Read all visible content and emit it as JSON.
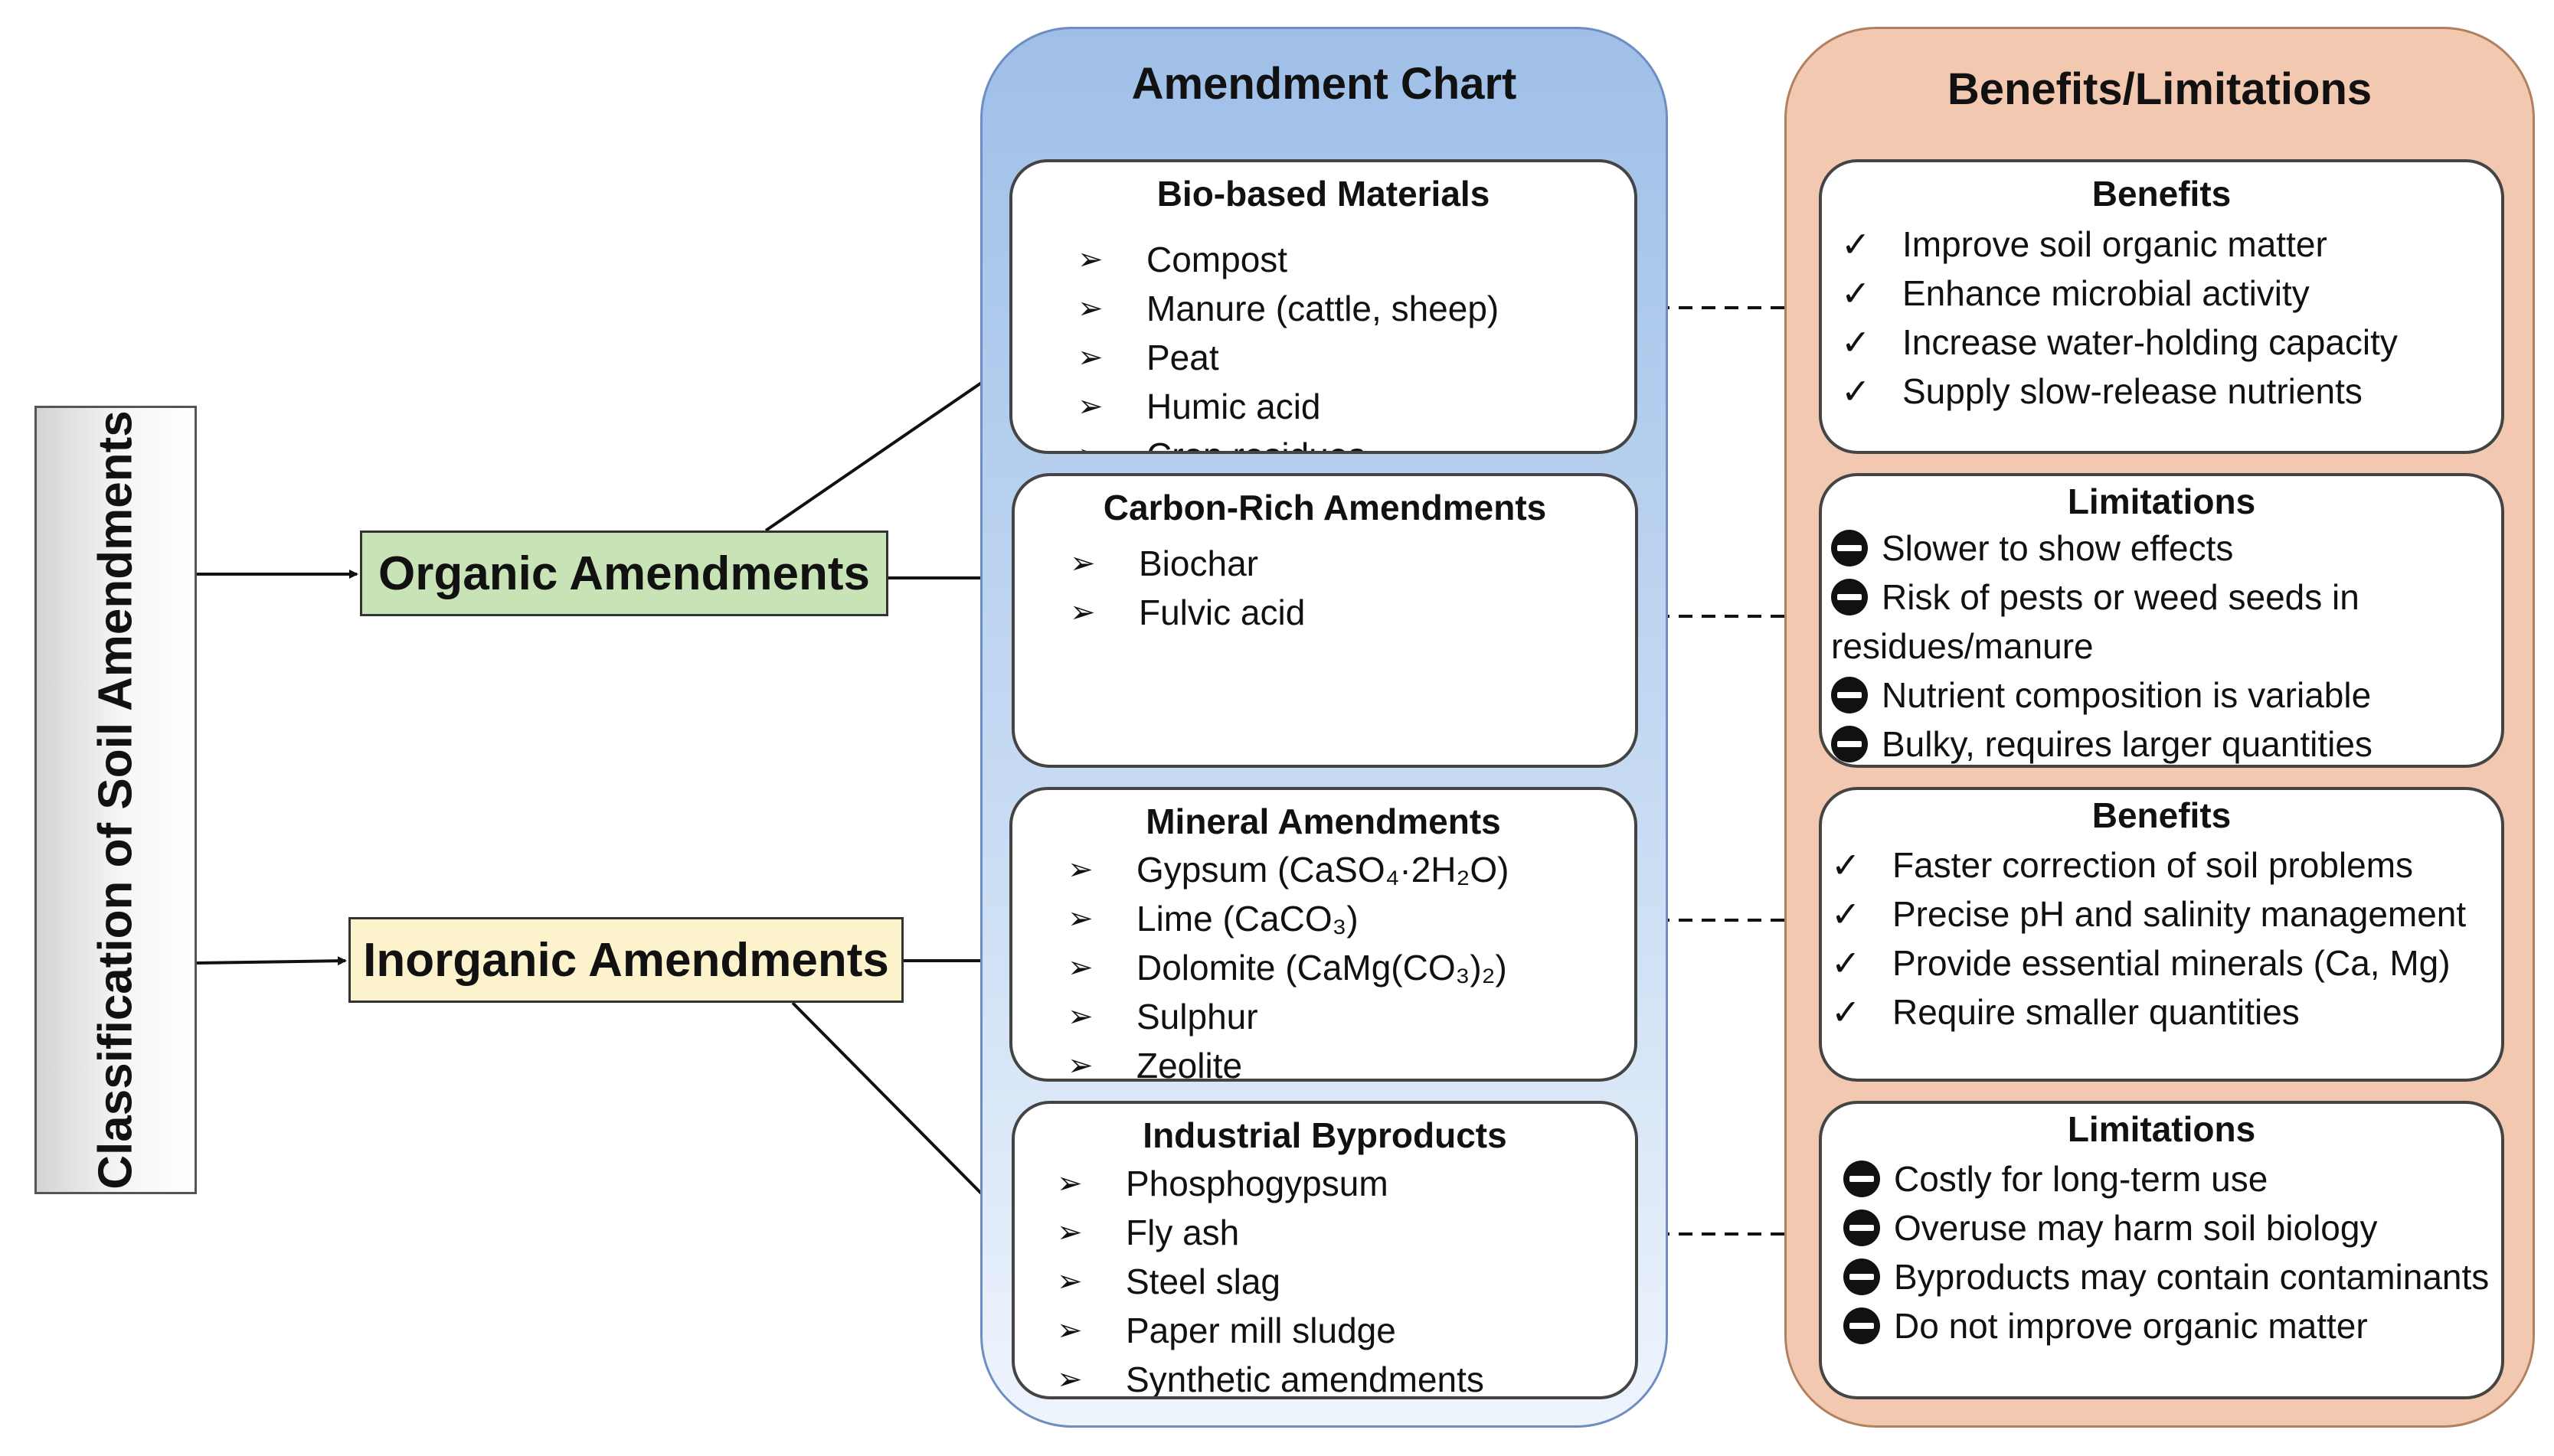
{
  "classification_label": "Classification of Soil Amendments",
  "categories": {
    "organic": "Organic Amendments",
    "inorganic": "Inorganic Amendments"
  },
  "amendment_chart": {
    "title": "Amendment Chart",
    "groups": [
      {
        "title": "Bio-based Materials",
        "items": [
          "Compost",
          "Manure (cattle, sheep)",
          "Peat",
          "Humic acid",
          "Crop residues"
        ]
      },
      {
        "title": "Carbon-Rich Amendments",
        "items": [
          "Biochar",
          "Fulvic acid"
        ]
      },
      {
        "title": "Mineral Amendments",
        "items": [
          "Gypsum (CaSO₄·2H₂O)",
          "Lime (CaCO₃)",
          "Dolomite (CaMg(CO₃)₂)",
          "Sulphur",
          "Zeolite"
        ]
      },
      {
        "title": "Industrial Byproducts",
        "items": [
          "Phosphogypsum",
          "Fly ash",
          "Steel slag",
          "Paper mill sludge",
          "Synthetic amendments"
        ]
      }
    ]
  },
  "benefits_limitations": {
    "title": "Benefits/Limitations",
    "sections": [
      {
        "title": "Benefits",
        "items": [
          "Improve soil organic matter",
          "Enhance microbial activity",
          "Increase water-holding capacity",
          "Supply slow-release nutrients"
        ]
      },
      {
        "title": "Limitations",
        "items": [
          "Slower to show effects",
          "Risk of pests or weed seeds in residues/manure",
          "Nutrient composition is variable",
          "Bulky, requires larger quantities"
        ]
      },
      {
        "title": "Benefits",
        "items": [
          "Faster correction of soil problems",
          "Precise pH and salinity management",
          "Provide essential minerals (Ca, Mg)",
          "Require smaller quantities"
        ]
      },
      {
        "title": "Limitations",
        "items": [
          "Costly for long-term use",
          "Overuse may harm soil biology",
          "Byproducts may contain contaminants",
          "Do not improve organic matter"
        ]
      }
    ]
  },
  "icons": {
    "list_bullet": "arrowhead-bullet-icon",
    "benefit_bullet": "check-mark-icon",
    "limitation_bullet": "minus-circle-icon"
  },
  "colors": {
    "organic_fill": "#c8e3b6",
    "inorganic_fill": "#fcf2cc",
    "amendment_panel": "#9fbfe8",
    "benefits_panel": "#f2c9b0"
  }
}
